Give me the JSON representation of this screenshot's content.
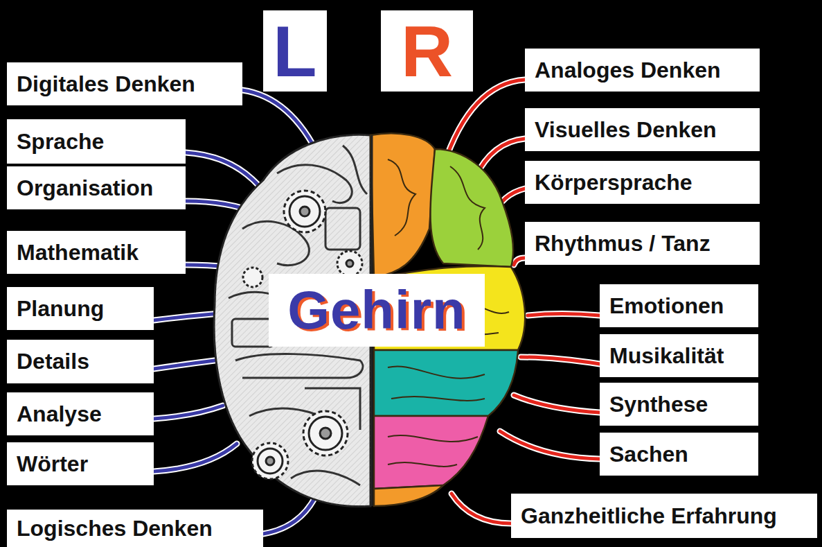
{
  "diagram": {
    "nodes": [
      {
        "text": [
          "L"
        ]
      },
      {
        "text": [
          "R"
        ]
      },
      {
        "text": [
          "Digitales Denken"
        ]
      },
      {
        "text": [
          "Sprache"
        ]
      },
      {
        "text": [
          "Organisation"
        ]
      },
      {
        "text": [
          "Mathematik"
        ]
      },
      {
        "text": [
          "Planung"
        ]
      },
      {
        "text": [
          "Details"
        ]
      },
      {
        "text": [
          "Analyse"
        ]
      },
      {
        "text": [
          "Wörter"
        ]
      },
      {
        "text": [
          "Logisches Denken"
        ]
      },
      {
        "text": [
          "Gehirn"
        ]
      },
      {
        "text": [
          "Analoges Denken"
        ]
      },
      {
        "text": [
          "Visuelles Denken"
        ]
      },
      {
        "text": [
          "Körpersprache"
        ]
      },
      {
        "text": [
          "Rhythmus / Tanz"
        ]
      },
      {
        "text": [
          "Emotionen"
        ]
      },
      {
        "text": [
          "Musikalität"
        ]
      },
      {
        "text": [
          "Synthese"
        ]
      },
      {
        "text": [
          "Sachen"
        ]
      },
      {
        "text": [
          "Ganzheitliche Erfahrung"
        ]
      }
    ]
  }
}
